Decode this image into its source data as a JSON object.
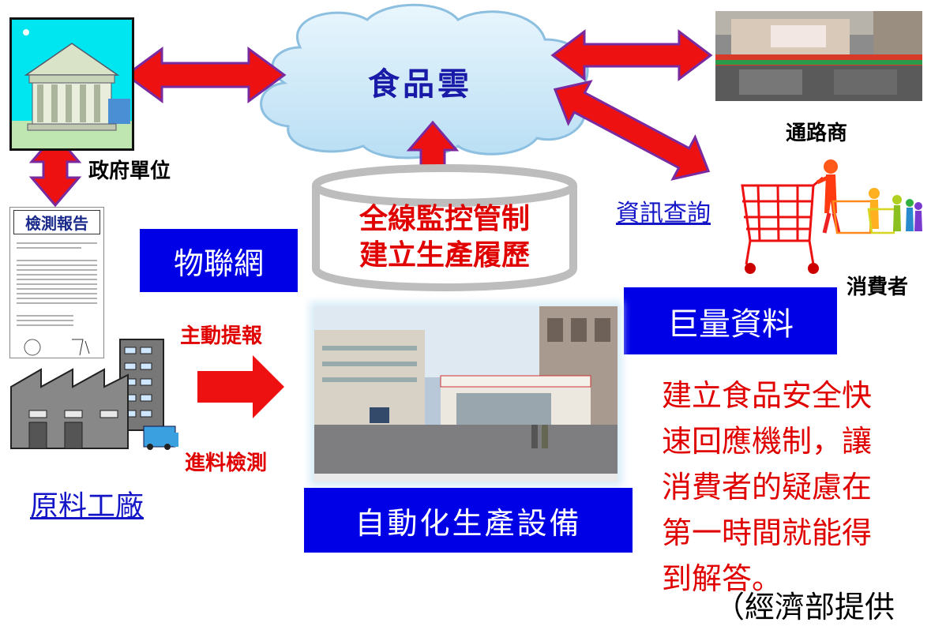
{
  "cloud": {
    "label": "食品雲"
  },
  "government": {
    "label": "政府單位"
  },
  "retailer": {
    "label": "通路商"
  },
  "consumer": {
    "label": "消費者"
  },
  "inquiry": {
    "label": "資訊查詢"
  },
  "monitor": {
    "line1": "全線監控管制",
    "line2": "建立生產履歷"
  },
  "report": {
    "title": "檢測報告"
  },
  "iot": {
    "label": "物聯網"
  },
  "big_data": {
    "label": "巨量資料"
  },
  "factory": {
    "proactive_label": "主動提報",
    "inspection_label": "進料檢測",
    "name": "原料工廠"
  },
  "production": {
    "label": "自動化生產設備"
  },
  "description": {
    "lines": [
      "建立食品安全快",
      "速回應機制，讓",
      "消費者的疑慮在",
      "第一時間就能得",
      "到解答。"
    ]
  },
  "source": {
    "label": "（經濟部提供"
  },
  "colors": {
    "arrow_red": "#ee1111",
    "arrow_outline": "#7a2aa0",
    "box_blue": "#0000e6",
    "text_red": "#e00000",
    "cloud_fill": "#cfe9f8"
  }
}
